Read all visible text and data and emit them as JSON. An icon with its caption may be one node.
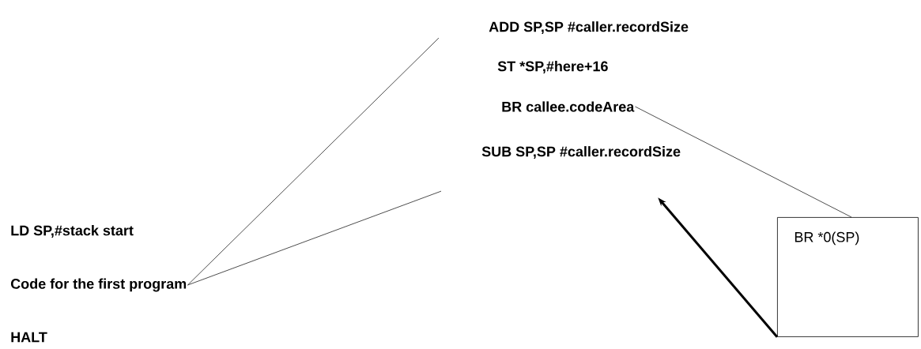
{
  "diagram": {
    "nodes": [
      {
        "text": [
          "LD SP,#stack start"
        ]
      },
      {
        "text": [
          "Code for the first program"
        ]
      },
      {
        "text": [
          "HALT"
        ]
      },
      {
        "text": [
          "ADD SP,SP #caller.recordSize"
        ]
      },
      {
        "text": [
          "ST *SP,#here+16"
        ]
      },
      {
        "text": [
          "BR callee.codeArea"
        ]
      },
      {
        "text": [
          "SUB SP,SP #caller.recordSize"
        ]
      },
      {
        "text": [
          "BR *0(SP)"
        ]
      }
    ],
    "edges": [
      {
        "from": 1,
        "to": 3,
        "arrow": "none"
      },
      {
        "from": 1,
        "to": 6,
        "arrow": "none"
      },
      {
        "from": 5,
        "to": 7,
        "arrow": "none"
      },
      {
        "from": 7,
        "to": 6,
        "arrow": "to",
        "style": "thick"
      }
    ]
  }
}
